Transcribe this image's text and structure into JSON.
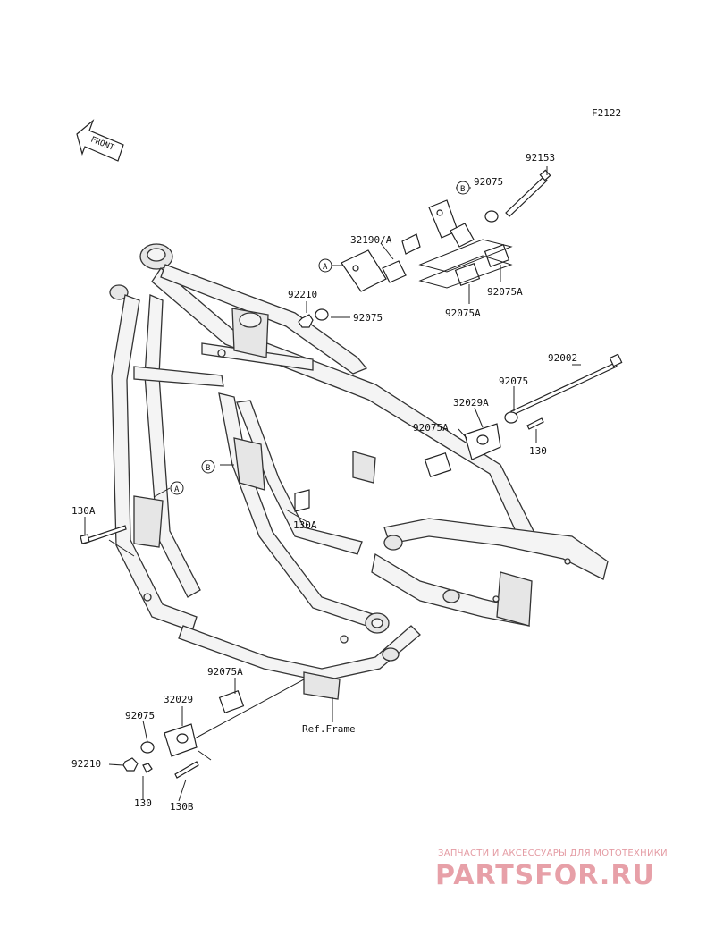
{
  "figure_code": "F2122",
  "front_label": "FRONT",
  "ref_frame": "Ref.Frame",
  "markers": {
    "a": "A",
    "b": "B"
  },
  "parts": {
    "p92153": "92153",
    "p92075_top": "92075",
    "p32190A": "32190/A",
    "p92210_top": "92210",
    "p92075_mid": "92075",
    "p92075A_r": "92075A",
    "p92075A_l": "92075A",
    "p92002": "92002",
    "p92075_r2": "92075",
    "p32029A": "32029A",
    "p92075A_m": "92075A",
    "p130_r": "130",
    "p130A_l": "130A",
    "p130A_m": "130A",
    "p92075A_b": "92075A",
    "p32029": "32029",
    "p92075_b": "92075",
    "p92210_b": "92210",
    "p130_b": "130",
    "p130B": "130B"
  },
  "watermark": {
    "tagline": "ЗАПЧАСТИ И АКСЕССУАРЫ ДЛЯ МОТОТЕХНИКИ",
    "brand": "PARTSFOR.RU"
  }
}
